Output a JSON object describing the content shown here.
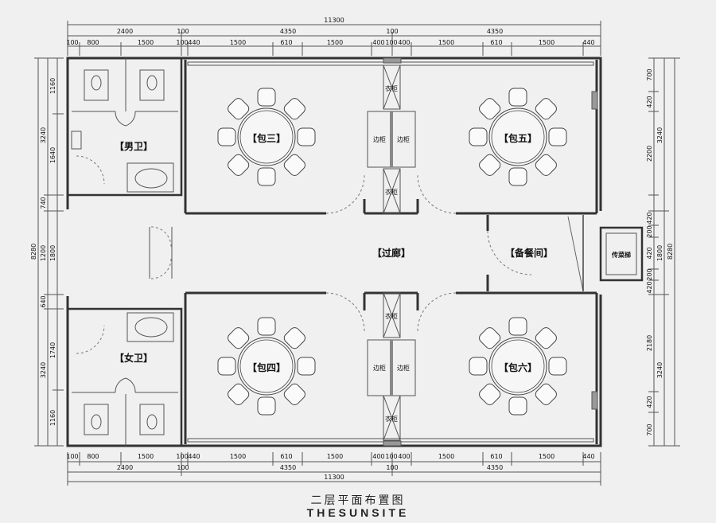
{
  "rooms": {
    "mens_restroom": "【男卫】",
    "womens_restroom": "【女卫】",
    "private_room_3": "【包三】",
    "private_room_5": "【包五】",
    "private_room_4": "【包四】",
    "private_room_6": "【包六】",
    "corridor": "【过廊】",
    "pantry": "【备餐间】",
    "dumbwaiter": "传菜梯"
  },
  "furniture": {
    "wardrobe": "衣柜",
    "side_cabinet": "边柜"
  },
  "dimensions": {
    "total": "11300",
    "top_row1": [
      "2400",
      "100",
      "4350",
      "100",
      "4350"
    ],
    "top_row2": [
      "100",
      "800",
      "1500",
      "100",
      "440",
      "1500",
      "610",
      "1500",
      "400",
      "100",
      "400",
      "1500",
      "610",
      "1500",
      "440"
    ],
    "left_row1": [
      "3240",
      "740",
      "1200",
      "640",
      "3240"
    ],
    "left_row2": [
      "1160",
      "1640",
      "1800",
      "1740",
      "1160"
    ],
    "left_total": "8280",
    "right_row1": [
      "700",
      "420",
      "2200",
      "420",
      "200",
      "420",
      "200",
      "420",
      "2180",
      "420",
      "700"
    ],
    "right_row2": [
      "3240",
      "1800",
      "3240"
    ],
    "right_total": "8280"
  },
  "caption": {
    "title": "二层平面布置图",
    "brand": "THESUNSITE"
  }
}
